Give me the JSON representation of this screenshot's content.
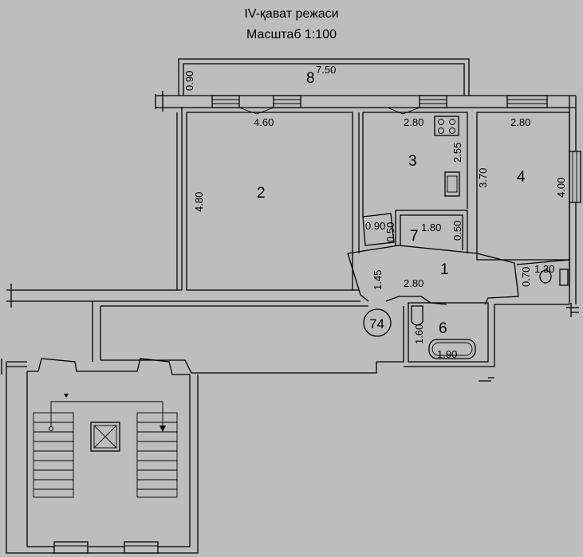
{
  "title": {
    "line1": "IV-қават режаси",
    "line2": "Масштаб 1:100"
  },
  "rooms": {
    "r1": "1",
    "r2": "2",
    "r3": "3",
    "r4": "4",
    "r6": "6",
    "r7": "7",
    "r8": "8"
  },
  "apartment_number": "74",
  "dimensions": {
    "balcony_length": "7.50",
    "balcony_depth": "0.90",
    "room2_width": "4.60",
    "room2_depth": "4.80",
    "room3_width": "2.80",
    "room3_depth": "2.55",
    "room4_width": "2.80",
    "room4_depth_left": "3.70",
    "room4_depth_right": "4.00",
    "closet_width": "1.80",
    "closet_depth_left": "0.50",
    "closet_depth_right": "0.50",
    "closet_side": "0.90",
    "hall_depth": "1.45",
    "hall_width": "2.80",
    "bath_depth": "1.60",
    "bath_length": "1.90",
    "wc_depth": "0.70",
    "wc_width": "1.30"
  }
}
